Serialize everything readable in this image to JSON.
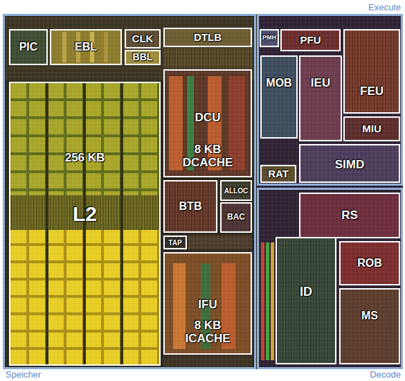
{
  "diagram": {
    "nodes": [
      {
        "text": [
          "Execute"
        ]
      },
      {
        "text": [
          "PMH"
        ],
        "in": 0
      },
      {
        "text": [
          "PFU"
        ],
        "in": 0
      },
      {
        "text": [
          "FEU"
        ],
        "in": 0
      },
      {
        "text": [
          "MOB"
        ],
        "in": 0
      },
      {
        "text": [
          "IEU"
        ],
        "in": 0
      },
      {
        "text": [
          "MIU"
        ],
        "in": 0
      },
      {
        "text": [
          "SIMD"
        ],
        "in": 0
      },
      {
        "text": [
          "RAT"
        ],
        "in": 0
      },
      {
        "text": [
          "Speicher"
        ]
      },
      {
        "text": [
          "PIC"
        ],
        "in": 9
      },
      {
        "text": [
          "EBL"
        ],
        "in": 9
      },
      {
        "text": [
          "CLK"
        ],
        "in": 9
      },
      {
        "text": [
          "BBL"
        ],
        "in": 9
      },
      {
        "text": [
          "DTLB"
        ],
        "in": 9
      },
      {
        "text": [
          "256 KB",
          "L2"
        ],
        "in": 9
      },
      {
        "text": [
          "DCU",
          "8 KB DCACHE"
        ],
        "in": 9
      },
      {
        "text": [
          "BTB"
        ],
        "in": 9
      },
      {
        "text": [
          "ALLOC"
        ],
        "in": 9
      },
      {
        "text": [
          "BAC"
        ],
        "in": 9
      },
      {
        "text": [
          "TAP"
        ],
        "in": 9
      },
      {
        "text": [
          "IFU",
          "8 KB ICACHE"
        ],
        "in": 9
      },
      {
        "text": [
          "Decode"
        ]
      },
      {
        "text": [
          "RS"
        ],
        "in": 22
      },
      {
        "text": [
          "ROB"
        ],
        "in": 22
      },
      {
        "text": [
          "ID"
        ],
        "in": 22
      },
      {
        "text": [
          "MS"
        ],
        "in": 22
      }
    ]
  }
}
